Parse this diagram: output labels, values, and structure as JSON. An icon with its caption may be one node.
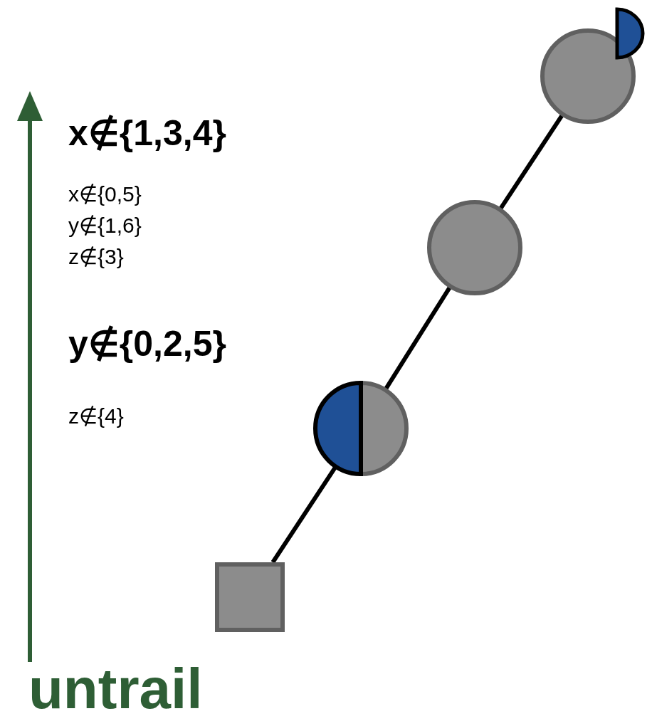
{
  "diagram": {
    "nodes": [
      {
        "text": [],
        "shape": "semicircle"
      },
      {
        "text": [],
        "shape": "circle"
      },
      {
        "text": [],
        "shape": "circle"
      },
      {
        "text": [],
        "shape": "circle"
      },
      {
        "text": [],
        "shape": "box"
      }
    ],
    "edges": [
      {
        "from": 4,
        "to": 3,
        "arrow": "none"
      },
      {
        "from": 3,
        "to": 2,
        "arrow": "none"
      },
      {
        "from": 2,
        "to": 1,
        "arrow": "none"
      }
    ],
    "labels": [
      "x∉{1,3,4}",
      "x∉{0,5}",
      "y∉{1,6}",
      "z∉{3}",
      "y∉{0,2,5}",
      "z∉{4}",
      "untrail"
    ]
  }
}
